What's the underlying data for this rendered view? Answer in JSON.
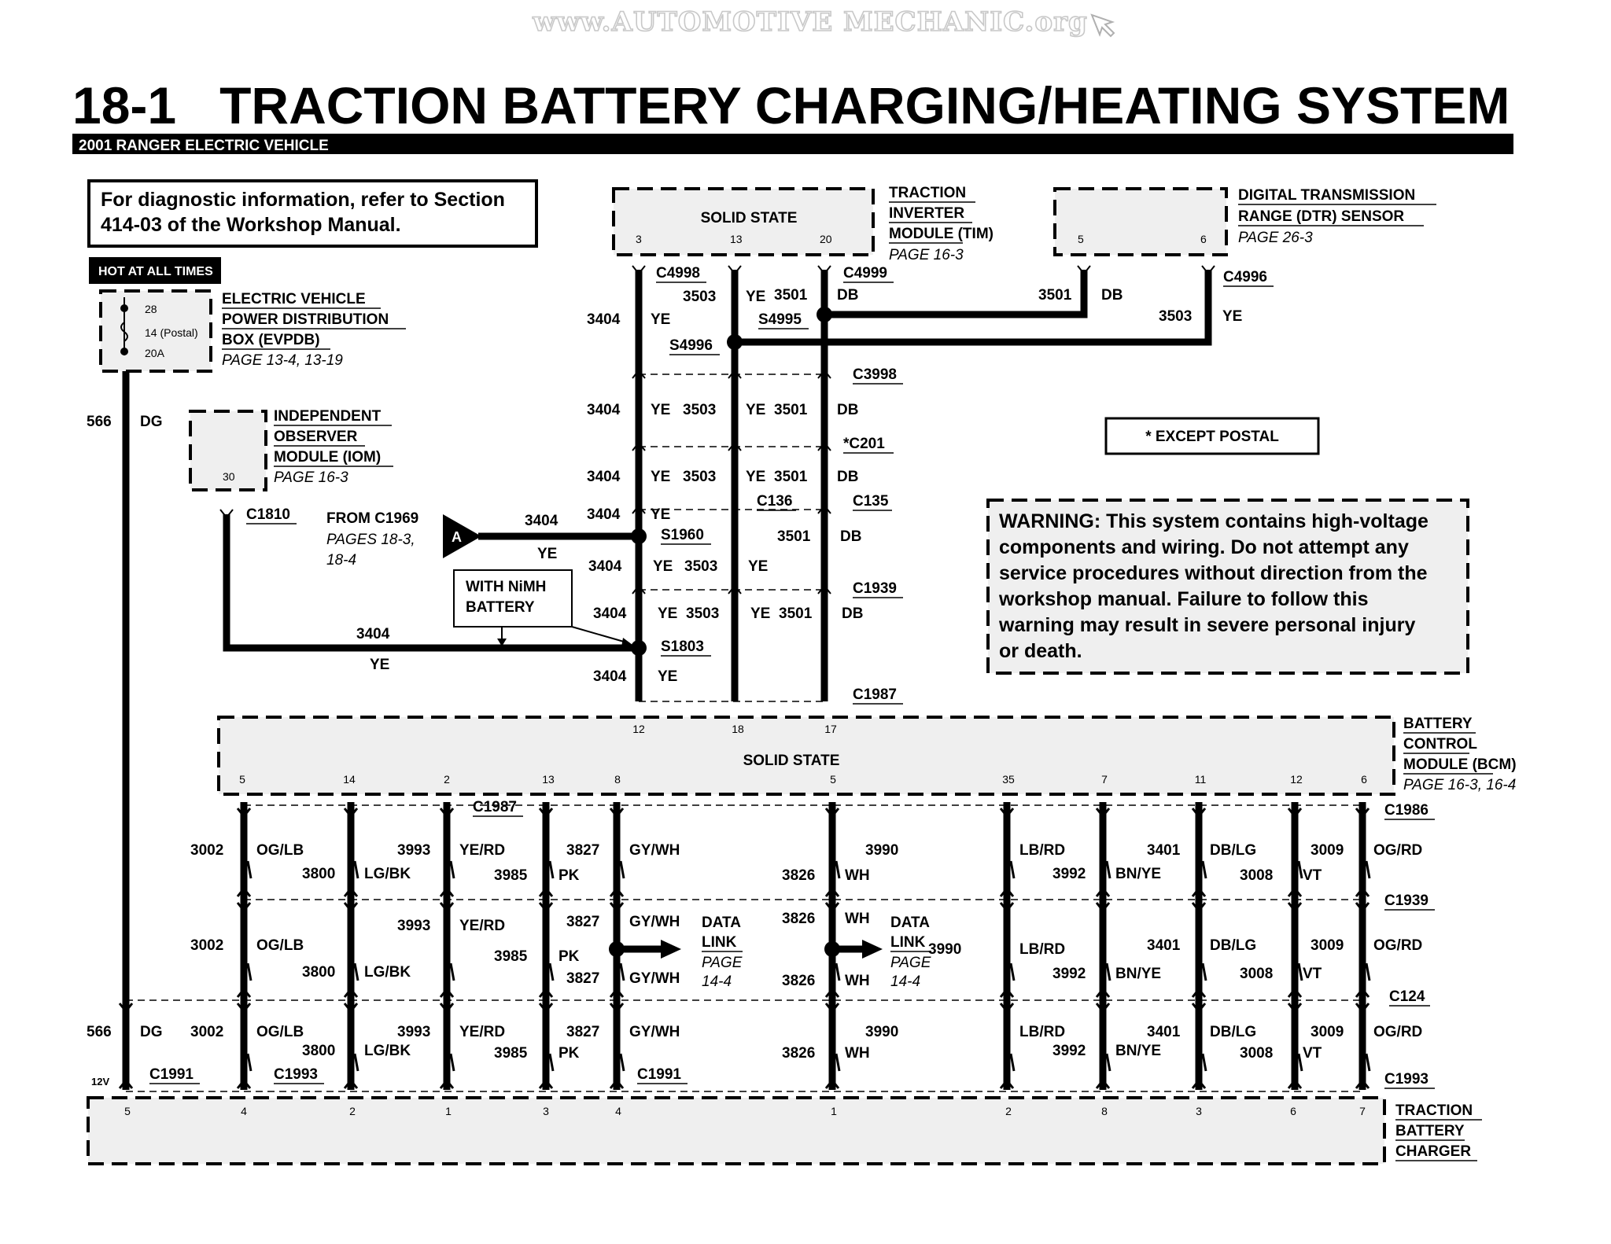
{
  "watermark": "www.AUTOMOTIVE MECHANIC.org",
  "title": "18-1   TRACTION BATTERY CHARGING/HEATING SYSTEM",
  "subtitle": "2001 RANGER ELECTRIC VEHICLE",
  "diag_note": {
    "line1": "For diagnostic information, refer to Section",
    "line2": "414-03 of the Workshop Manual."
  },
  "hot_label": "HOT AT ALL TIMES",
  "except_postal": "* EXCEPT POSTAL",
  "warning": [
    "WARNING:  This system contains high-voltage",
    "components and wiring.  Do not attempt any",
    "service procedures without direction from the",
    "workshop manual.  Failure to follow this",
    "warning may result in severe personal injury",
    "or death."
  ],
  "evpdb": {
    "lines": [
      "ELECTRIC VEHICLE",
      "POWER DISTRIBUTION",
      "BOX (EVPDB)"
    ],
    "page": "PAGE 13-4, 13-19",
    "fuse": [
      "28",
      "14 (Postal)",
      "20A"
    ]
  },
  "iom": {
    "lines": [
      "INDEPENDENT",
      "OBSERVER",
      "MODULE (IOM)"
    ],
    "page": "PAGE 16-3",
    "pin": "30"
  },
  "tim": {
    "state": "SOLID STATE",
    "lines": [
      "TRACTION",
      "INVERTER",
      "MODULE (TIM)"
    ],
    "page": "PAGE 16-3",
    "pins": [
      "3",
      "13",
      "20"
    ]
  },
  "dtr": {
    "lines": [
      "DIGITAL TRANSMISSION",
      "RANGE (DTR) SENSOR"
    ],
    "page": "PAGE 26-3",
    "pins": [
      "5",
      "6"
    ]
  },
  "bcm": {
    "state": "SOLID STATE",
    "lines": [
      "BATTERY",
      "CONTROL",
      "MODULE (BCM)"
    ],
    "page": "PAGE 16-3, 16-4",
    "top_pins": [
      "12",
      "18",
      "17"
    ],
    "bottom_pins": [
      "5",
      "14",
      "2",
      "13",
      "8",
      "5",
      "35",
      "7",
      "11",
      "12",
      "6"
    ]
  },
  "tbc": {
    "lines": [
      "TRACTION",
      "BATTERY",
      "CHARGER"
    ],
    "pins": [
      "5",
      "4",
      "2",
      "1",
      "3",
      "4",
      "1",
      "2",
      "8",
      "3",
      "6",
      "7"
    ]
  },
  "from": {
    "lines": [
      "FROM C1969",
      "PAGES 18-3,",
      "18-4"
    ],
    "letter": "A"
  },
  "nimh": [
    "WITH NiMH",
    "BATTERY"
  ],
  "data_link": {
    "lines": [
      "DATA",
      "LINK",
      "PAGE",
      "14-4"
    ]
  },
  "labels": {
    "c4998": "C4998",
    "c4999": "C4999",
    "c4996": "C4996",
    "s4995": "S4995",
    "s4996": "S4996",
    "c3998": "C3998",
    "c201": "*C201",
    "c136": "C136",
    "c135": "C135",
    "c1810": "C1810",
    "s1960": "S1960",
    "c1939": "C1939",
    "s1803": "S1803",
    "c1987": "C1987",
    "c1986": "C1986",
    "c124": "C124",
    "c1991": "C1991",
    "c1993": "C1993",
    "v12": "12V",
    "n3404": "3404",
    "n3503": "3503",
    "n3501": "3501",
    "n566": "566",
    "ye": "YE",
    "db": "DB",
    "dg": "DG",
    "n3002": "3002",
    "n3800": "3800",
    "n3993": "3993",
    "n3985": "3985",
    "n3827": "3827",
    "n3826": "3826",
    "n3990": "3990",
    "n3992": "3992",
    "n3401": "3401",
    "n3008": "3008",
    "n3009": "3009",
    "oglb": "OG/LB",
    "lgbk": "LG/BK",
    "yerd": "YE/RD",
    "pk": "PK",
    "gywh": "GY/WH",
    "wh": "WH",
    "lbrd": "LB/RD",
    "bnye": "BN/YE",
    "dblg": "DB/LG",
    "vt": "VT",
    "ogrd": "OG/RD"
  }
}
